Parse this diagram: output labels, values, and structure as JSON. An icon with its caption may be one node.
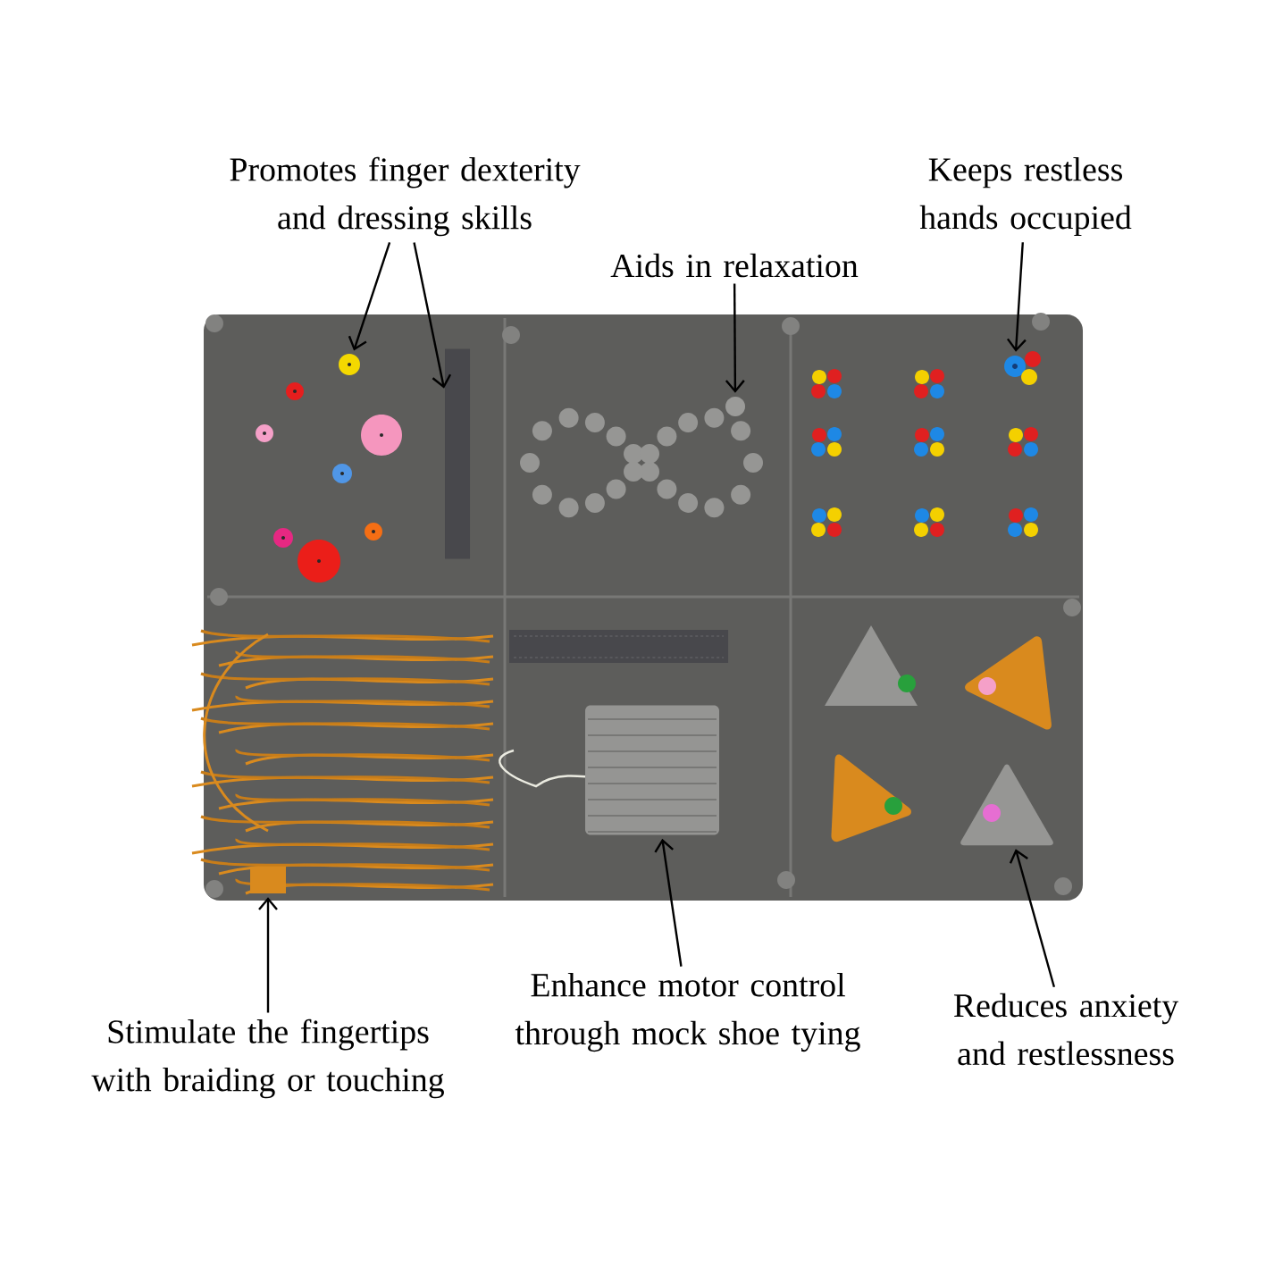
{
  "diagram": {
    "nodes": [
      {
        "text": [
          "Promotes finger dexterity and dressing skills"
        ]
      },
      {
        "text": [
          "Aids in relaxation"
        ]
      },
      {
        "text": [
          "Keeps restless hands occupied"
        ]
      },
      {
        "text": [
          "Stimulate the fingertips with braiding or touching"
        ]
      },
      {
        "text": [
          "Enhance motor control through mock shoe tying"
        ]
      },
      {
        "text": [
          "Reduces anxiety and restlessness"
        ]
      },
      {
        "text": [],
        "shape": "circle"
      },
      {
        "text": [],
        "shape": "bar"
      },
      {
        "text": [],
        "shape": "circle"
      },
      {
        "text": [],
        "shape": "circle"
      },
      {
        "text": [],
        "shape": "box"
      },
      {
        "text": [],
        "shape": "picture"
      },
      {
        "text": [],
        "shape": "triangle"
      },
      {
        "text": [],
        "shape": "triangle"
      }
    ],
    "edges": [
      {
        "from": 0,
        "to": 6,
        "arrow": "to"
      },
      {
        "from": 0,
        "to": 7,
        "arrow": "to"
      },
      {
        "from": 1,
        "to": 8,
        "arrow": "to"
      },
      {
        "from": 2,
        "to": 9,
        "arrow": "to"
      },
      {
        "from": 3,
        "to": 10,
        "arrow": "to"
      },
      {
        "from": 4,
        "to": 11,
        "arrow": "to"
      },
      {
        "from": 5,
        "to": 12,
        "arrow": "to"
      }
    ]
  }
}
